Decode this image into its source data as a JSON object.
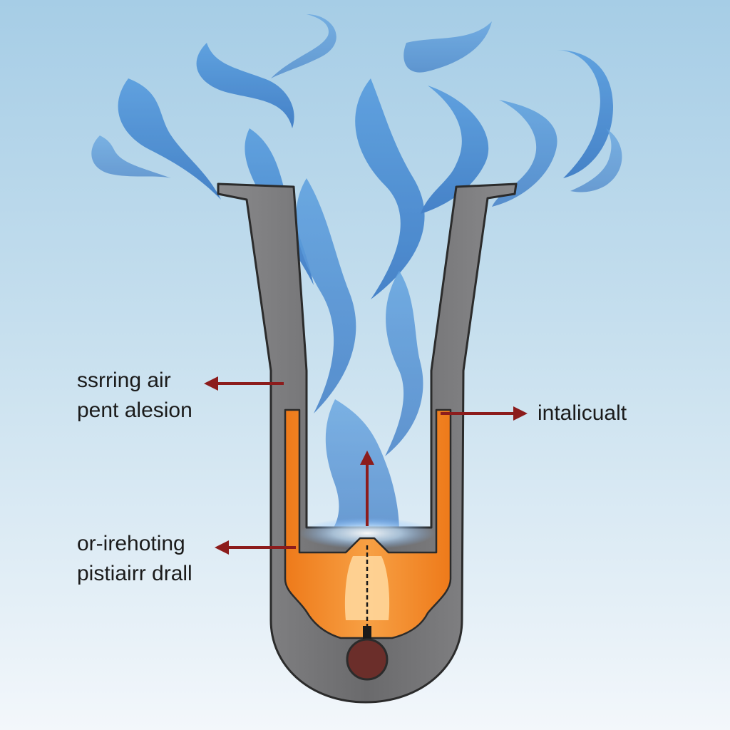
{
  "labels": {
    "left_upper": {
      "line1": "ssrring air",
      "line2": "pent alesion"
    },
    "right": {
      "line1": "intalicualt"
    },
    "left_lower": {
      "line1": "or-irehoting",
      "line2": "pistiairr drall"
    }
  },
  "colors": {
    "background_top": "#a6cde6",
    "background_bottom": "#f3f7fb",
    "vessel_body": "#6e6e70",
    "vessel_outline": "#2b2b2b",
    "flame_orange": "#f08a28",
    "flame_light": "#ffd9a0",
    "smoke_blue": "#3a86d0",
    "arrow_red": "#8c1c1c",
    "heater_core": "#6b2e2a"
  },
  "icons": [
    "smoke-plume-icon",
    "arrow-icon"
  ]
}
